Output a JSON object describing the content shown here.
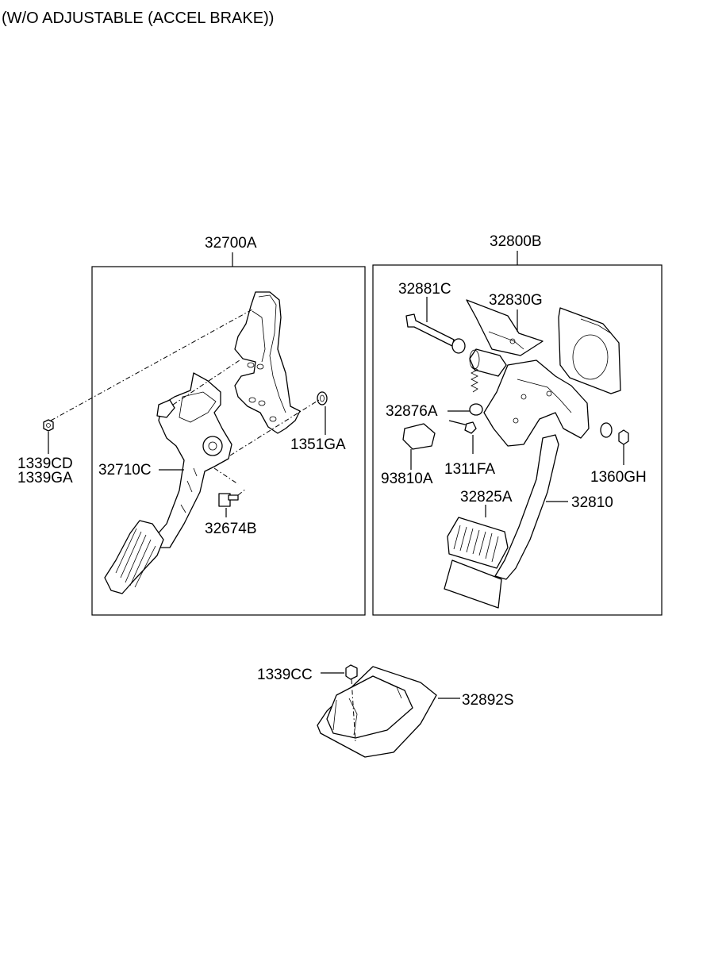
{
  "title": "(W/O ADJUSTABLE (ACCEL BRAKE))",
  "labels": {
    "p32700A": "32700A",
    "p32800B": "32800B",
    "p32881C": "32881C",
    "p32830G": "32830G",
    "p32876A": "32876A",
    "p93810A": "93810A",
    "p1311FA": "1311FA",
    "p1360GH": "1360GH",
    "p32825A": "32825A",
    "p32810": "32810",
    "p1351GA": "1351GA",
    "p32710C": "32710C",
    "p32674B": "32674B",
    "p1339CD": "1339CD",
    "p1339GA": "1339GA",
    "p1339CC": "1339CC",
    "p32892S": "32892S"
  }
}
